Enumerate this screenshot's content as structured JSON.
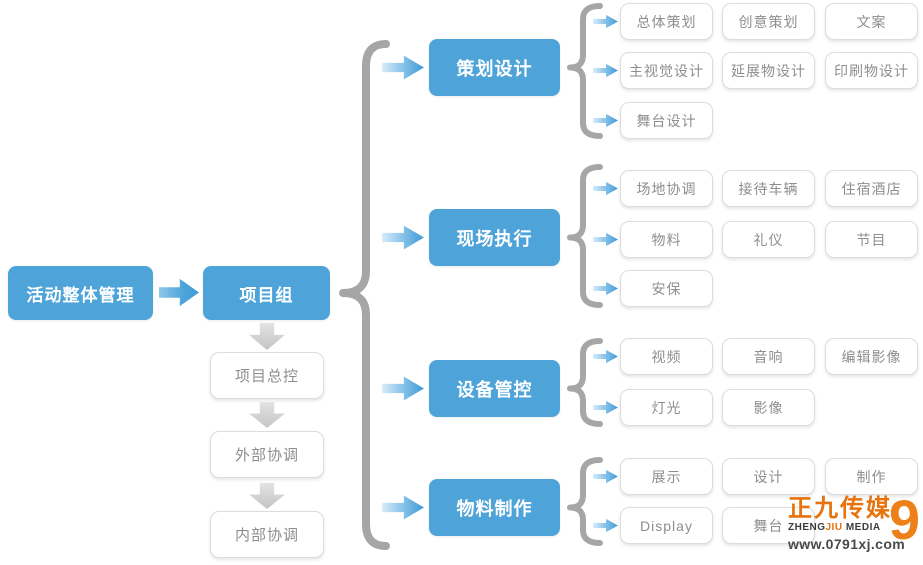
{
  "diagram": {
    "root": "活动整体管理",
    "hub": "项目组",
    "hub_chain": [
      "项目总控",
      "外部协调",
      "内部协调"
    ],
    "groups": [
      {
        "label": "策划设计",
        "rows": [
          [
            "总体策划",
            "创意策划",
            "文案"
          ],
          [
            "主视觉设计",
            "延展物设计",
            "印刷物设计"
          ],
          [
            "舞台设计"
          ]
        ]
      },
      {
        "label": "现场执行",
        "rows": [
          [
            "场地协调",
            "接待车辆",
            "住宿酒店"
          ],
          [
            "物料",
            "礼仪",
            "节目"
          ],
          [
            "安保"
          ]
        ]
      },
      {
        "label": "设备管控",
        "rows": [
          [
            "视频",
            "音响",
            "编辑影像"
          ],
          [
            "灯光",
            "影像"
          ]
        ]
      },
      {
        "label": "物料制作",
        "rows": [
          [
            "展示",
            "设计",
            "制作"
          ],
          [
            "Display",
            "舞台"
          ]
        ]
      }
    ]
  },
  "logo": {
    "cn": "正九传媒",
    "en_prefix": "ZHENG",
    "en_mid": "JIU",
    "en_suffix": " MEDIA",
    "digit": "9",
    "url": "www.0791xj.com"
  },
  "colors": {
    "node_blue": "#4EA4D9",
    "arrow_blue_tip": "#3F9BD8",
    "brace_gray": "#A6A6A6",
    "leaf_border": "#DCDCDC",
    "leaf_text": "#8E8E8E",
    "logo_orange": "#E8720C",
    "logo_dark": "#3C3C3C"
  }
}
